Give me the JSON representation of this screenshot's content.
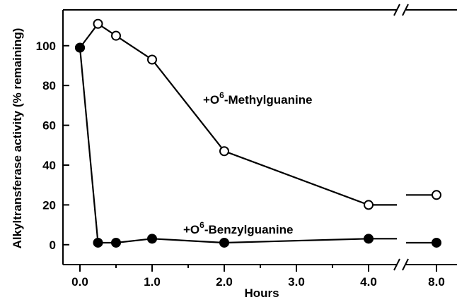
{
  "chart_data": {
    "type": "line",
    "xlabel": "Hours",
    "ylabel": "Alkyltransferase activity (% remaining)",
    "x_ticks": [
      "0.0",
      "1.0",
      "2.0",
      "3.0",
      "4.0",
      "8.0"
    ],
    "y_ticks": [
      "0",
      "20",
      "40",
      "60",
      "80",
      "100"
    ],
    "ylim": [
      -10,
      118
    ],
    "x_axis_break": "between 4.0 and 8.0",
    "series": [
      {
        "name": "+O6-Methylguanine",
        "marker": "open-circle",
        "x": [
          0.0,
          0.25,
          0.5,
          1.0,
          2.0,
          4.0,
          8.0
        ],
        "y": [
          99,
          111,
          105,
          93,
          47,
          20,
          25
        ]
      },
      {
        "name": "+O6-Benzylguanine",
        "marker": "filled-circle",
        "x": [
          0.0,
          0.25,
          0.5,
          1.0,
          2.0,
          4.0,
          8.0
        ],
        "y": [
          99,
          1,
          1,
          3,
          1,
          3,
          1
        ]
      }
    ],
    "annotations": [
      {
        "prefix": "+O",
        "sup": "6",
        "suffix": "-Methylguanine"
      },
      {
        "prefix": "+O",
        "sup": "6",
        "suffix": "-Benzylguanine"
      }
    ]
  }
}
